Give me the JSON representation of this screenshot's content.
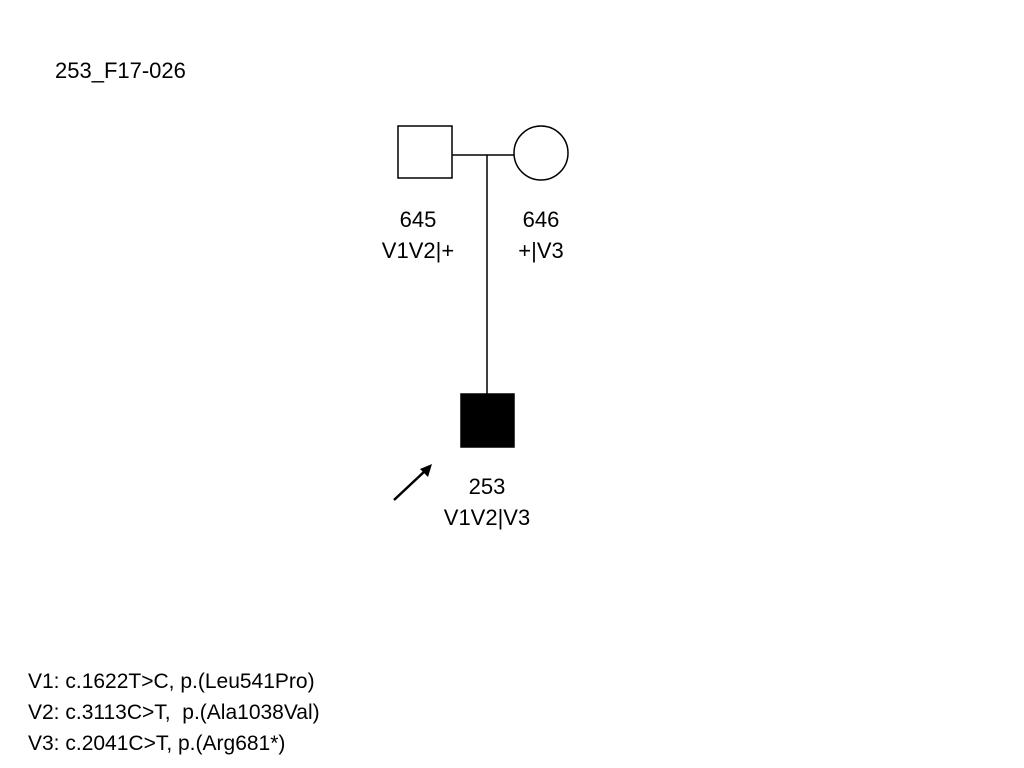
{
  "title": "253_F17-026",
  "individuals": {
    "father": {
      "id": "645",
      "genotype": "V1V2|+",
      "sex": "male",
      "affected": false
    },
    "mother": {
      "id": "646",
      "genotype": "+|V3",
      "sex": "female",
      "affected": false
    },
    "proband": {
      "id": "253",
      "genotype": "V1V2|V3",
      "sex": "male",
      "affected": true,
      "is_proband": true
    }
  },
  "legend": [
    "V1: c.1622T>C, p.(Leu541Pro)",
    "V2: c.3113C>T,  p.(Ala1038Val)",
    "V3: c.2041C>T, p.(Arg681*)"
  ],
  "colors": {
    "line": "#000000",
    "affected_fill": "#000000",
    "unaffected_fill": "#ffffff"
  }
}
